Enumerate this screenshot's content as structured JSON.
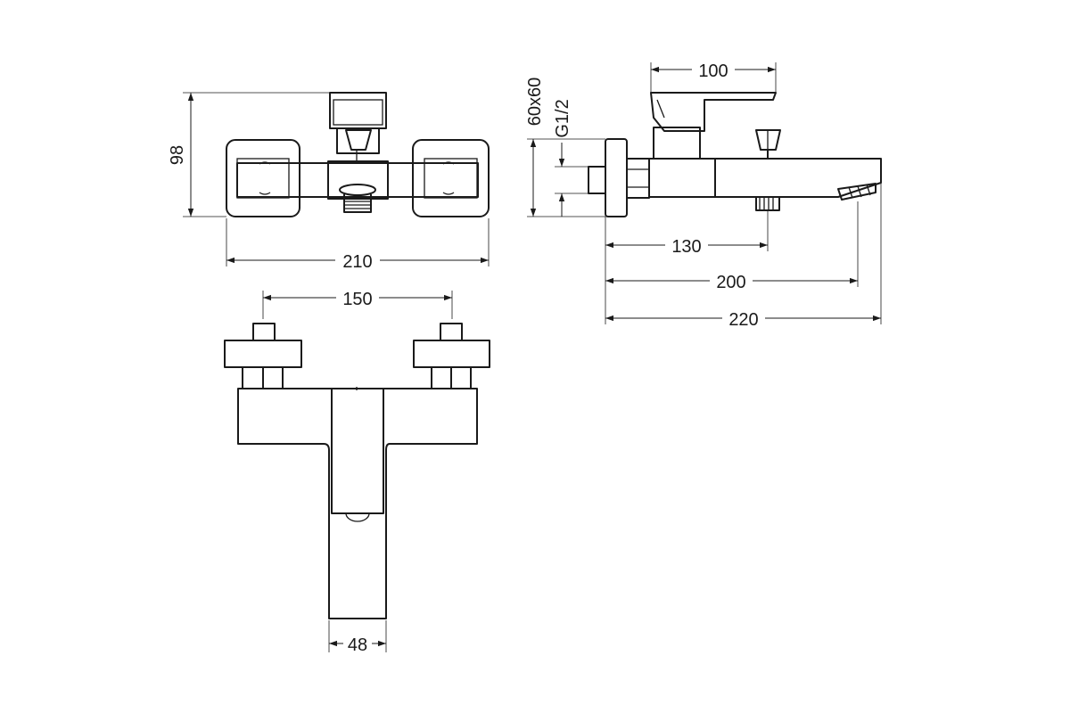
{
  "dimensions": {
    "height_front": "98",
    "width_front": "210",
    "centers_bottom": "150",
    "spout_width": "48",
    "handle_length": "100",
    "plate_size": "60x60",
    "thread": "G1/2",
    "to_outlet": "130",
    "to_spout": "200",
    "overall_length": "220"
  }
}
